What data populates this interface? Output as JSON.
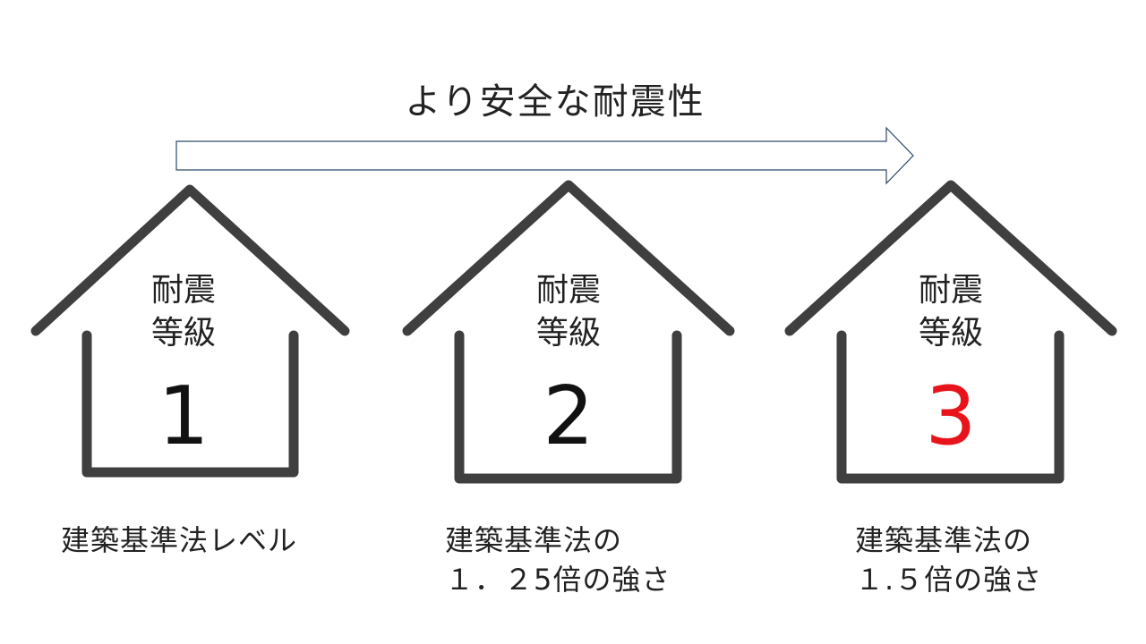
{
  "headline": "より安全な耐震性",
  "houses": [
    {
      "label_top": "耐震",
      "label_bottom": "等級",
      "level": "1",
      "level_color": "#111111",
      "caption_line1": "建築基準法レベル",
      "caption_line2": ""
    },
    {
      "label_top": "耐震",
      "label_bottom": "等級",
      "level": "2",
      "level_color": "#111111",
      "caption_line1": "建築基準法の",
      "caption_line2": "１．２5倍の強さ"
    },
    {
      "label_top": "耐震",
      "label_bottom": "等級",
      "level": "3",
      "level_color": "#e8141b",
      "caption_line1": "建築基準法の",
      "caption_line2": "１.５倍の強さ"
    }
  ],
  "colors": {
    "house_stroke": "#3f3f3f",
    "arrow_stroke": "#2f4a6a"
  }
}
